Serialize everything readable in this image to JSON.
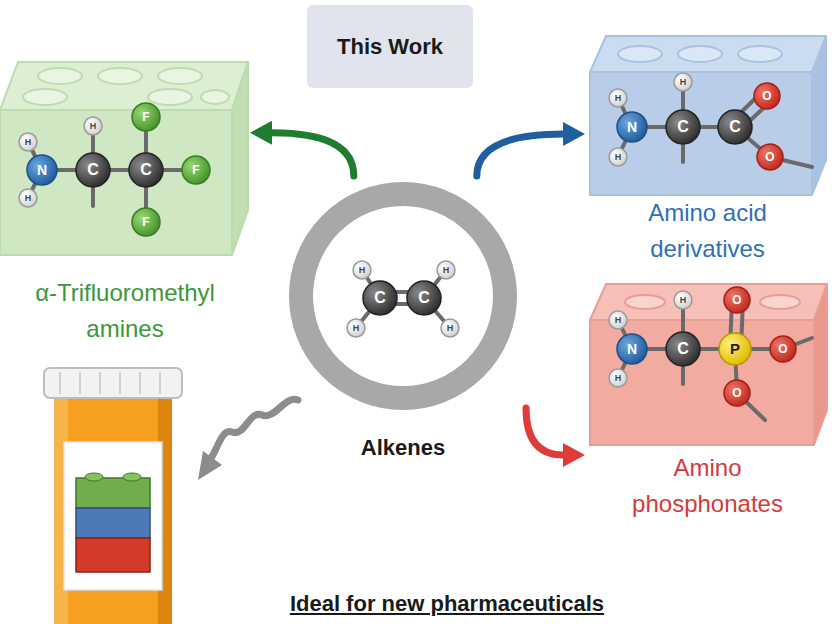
{
  "diagram": {
    "nodes": [
      {
        "text": [
          "This Work"
        ]
      },
      {
        "text": [
          "α-Trifluoromethyl amines"
        ]
      },
      {
        "text": [
          "Amino acid derivatives"
        ]
      },
      {
        "text": [
          "Alkenes"
        ]
      },
      {
        "text": [
          "Amino phosphonates"
        ]
      }
    ],
    "edges": [
      {
        "from": 3,
        "to": 1,
        "arrow": "to"
      },
      {
        "from": 3,
        "to": 2,
        "arrow": "to"
      },
      {
        "from": 3,
        "to": 4,
        "arrow": "to"
      }
    ],
    "labels": [
      "H",
      "N",
      "H",
      "H",
      "C",
      "C",
      "F",
      "F",
      "F",
      "H",
      "H",
      "C",
      "C",
      "H",
      "H",
      "H",
      "N",
      "H",
      "H",
      "C",
      "C",
      "O",
      "O",
      "H",
      "N",
      "H",
      "H",
      "C",
      "P",
      "O",
      "O",
      "O",
      "Ideal for new pharmaceuticals"
    ]
  }
}
